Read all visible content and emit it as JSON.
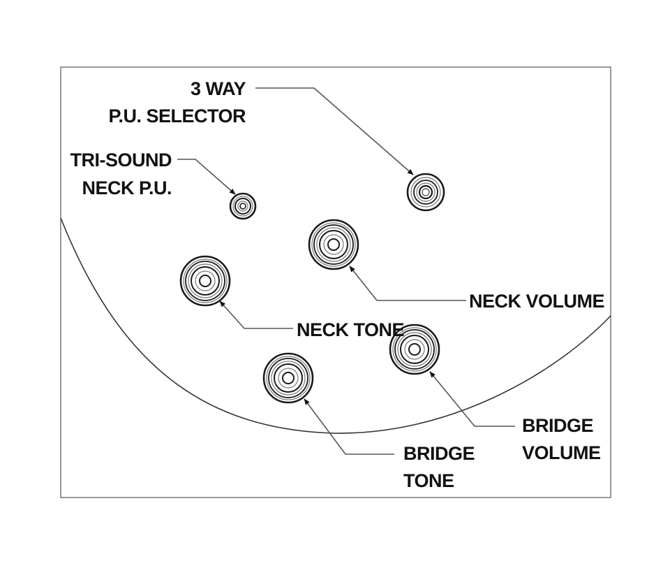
{
  "labels": {
    "selector_line1": "3 WAY",
    "selector_line2": "P.U. SELECTOR",
    "trisound_line1": "TRI-SOUND",
    "trisound_line2": "NECK P.U.",
    "neck_volume": "NECK VOLUME",
    "neck_tone": "NECK TONE",
    "bridge_volume_line1": "BRIDGE",
    "bridge_volume_line2": "VOLUME",
    "bridge_tone_line1": "BRIDGE",
    "bridge_tone_line2": "TONE"
  },
  "colors": {
    "ink": "#111111",
    "frame": "#777777",
    "background": "#ffffff"
  }
}
